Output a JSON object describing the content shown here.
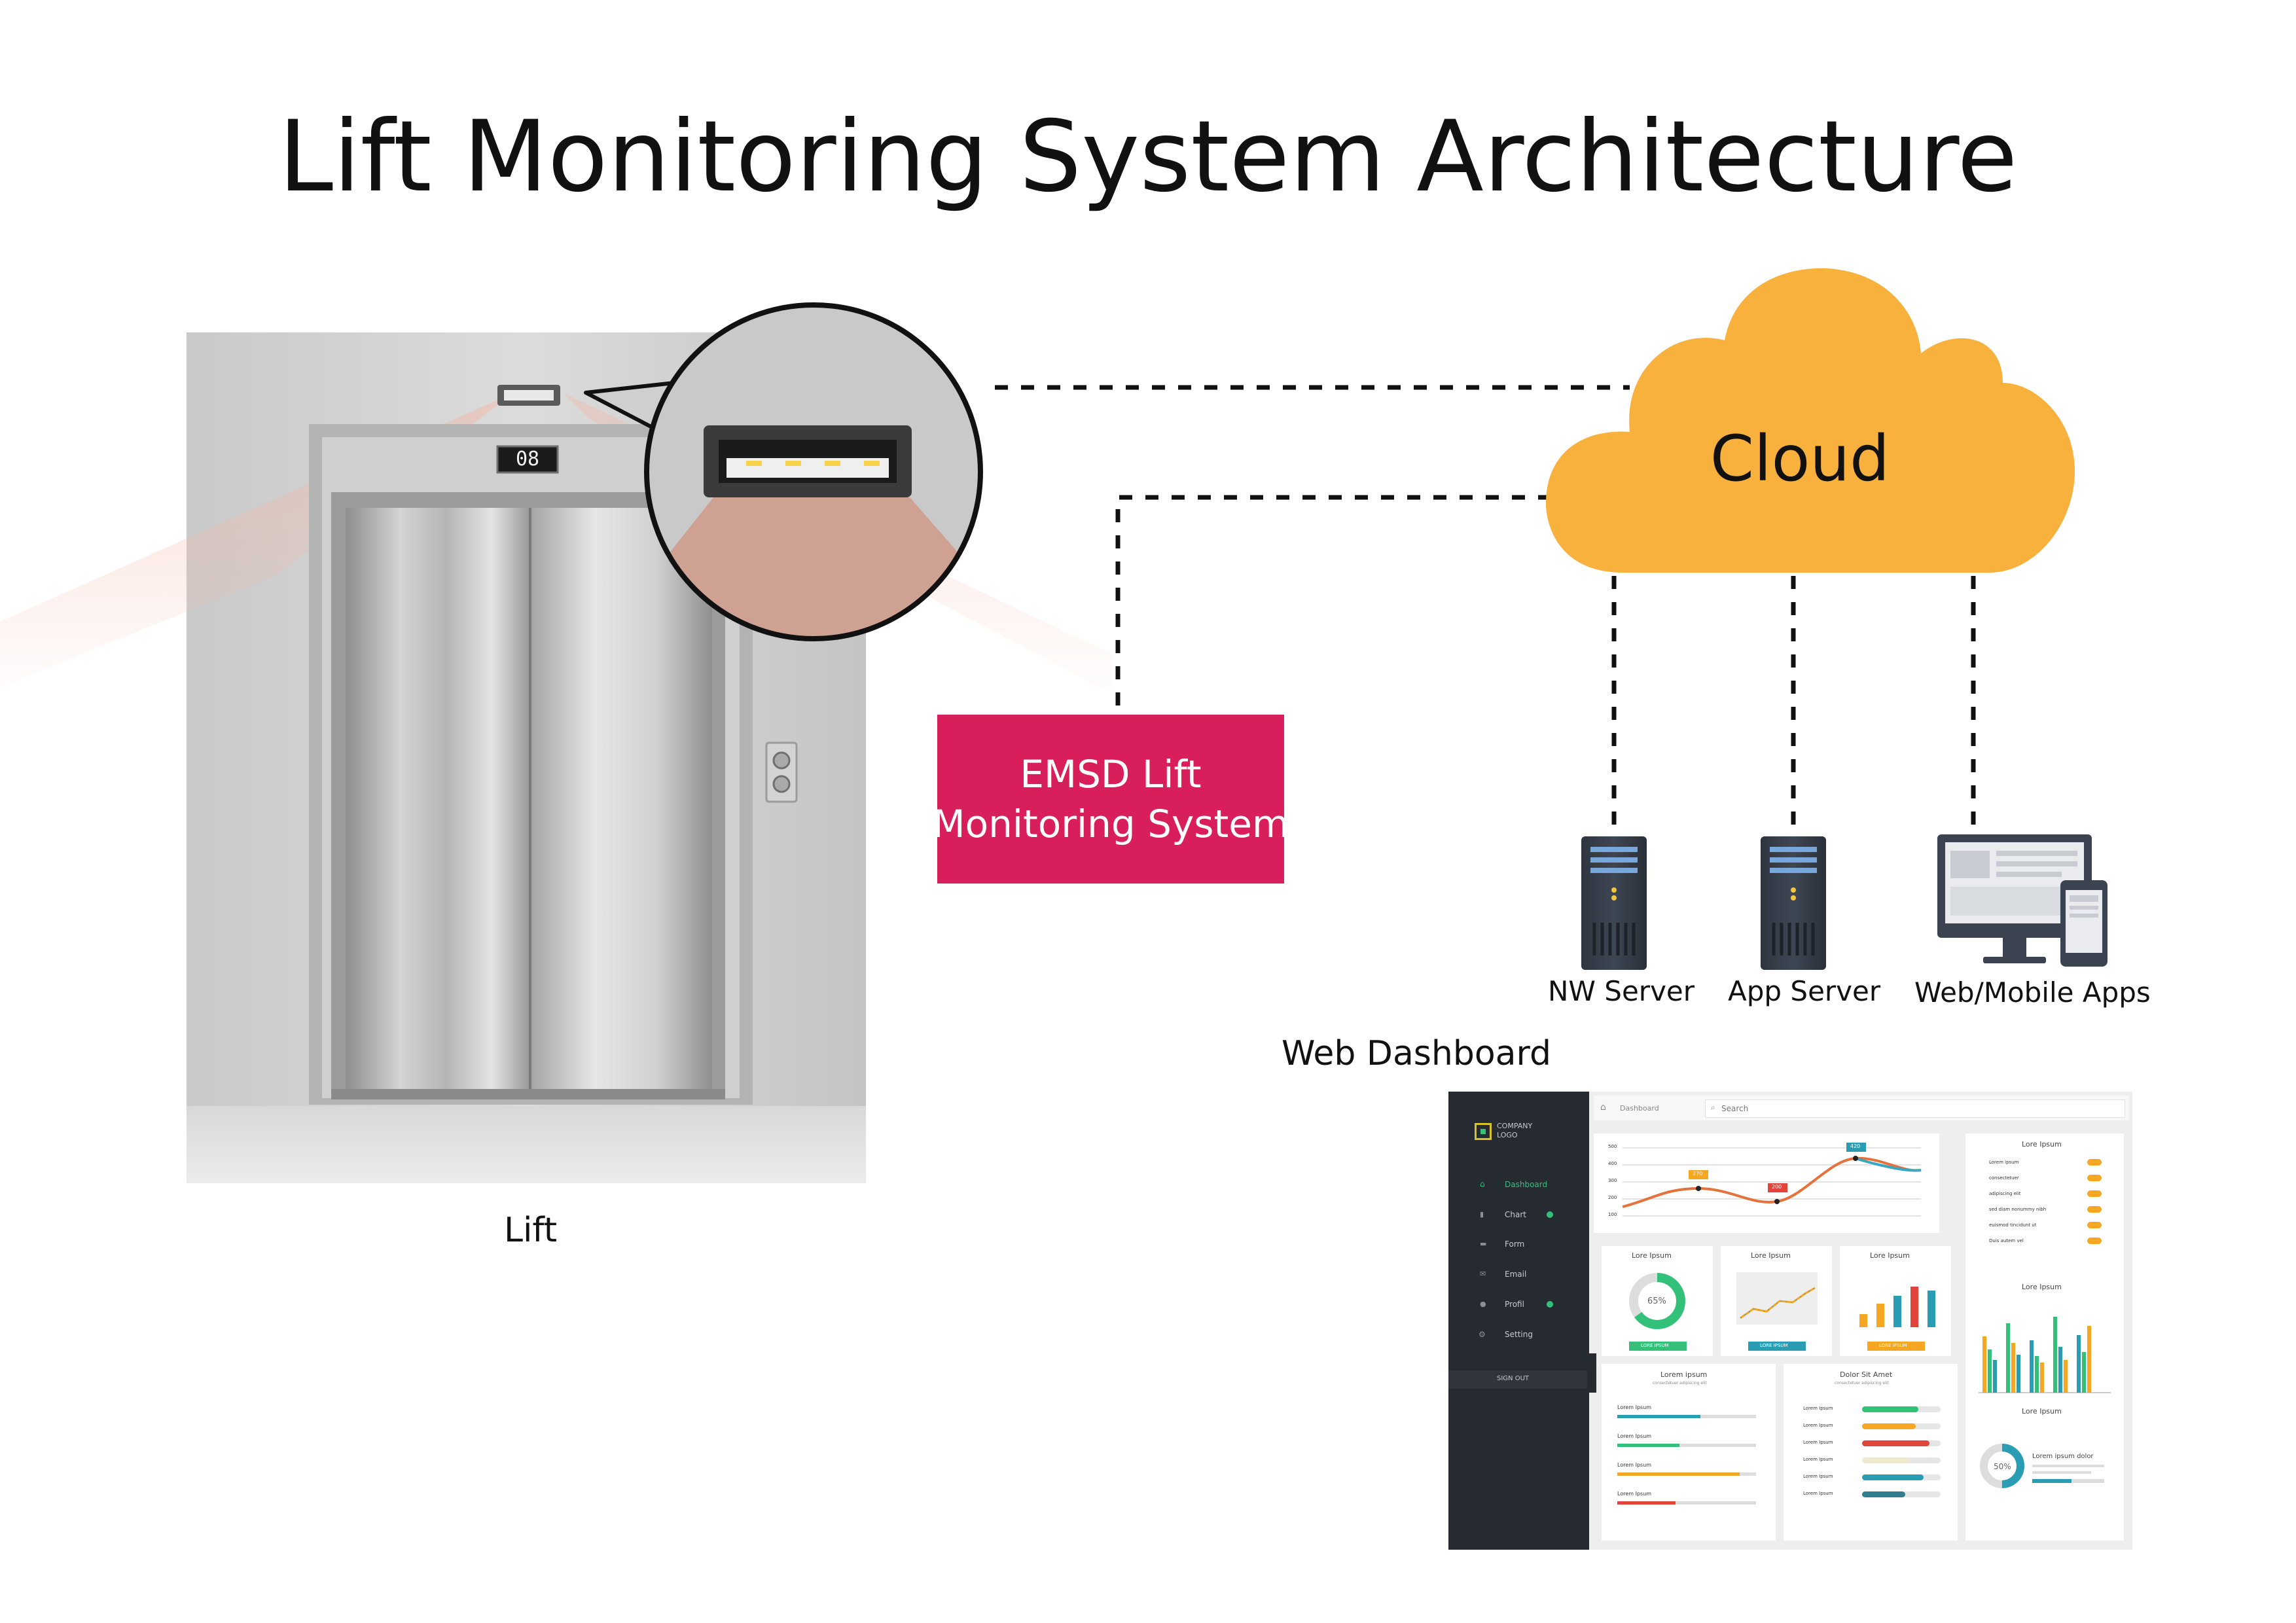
{
  "title": "Lift Monitoring System Architecture",
  "nodes": {
    "lift": "Lift",
    "cloud": "Cloud",
    "emsd": [
      "EMSD Lift",
      "Monitoring System"
    ],
    "nw_server": "NW Server",
    "app_server": "App Server",
    "web_mobile": "Web/Mobile Apps",
    "web_dashboard": "Web Dashboard"
  },
  "lift_display": "08",
  "colors": {
    "cloud": "#f8b13d",
    "emsd": "#d81e5b",
    "sidebar": "#262a31",
    "accent_green": "#33c17a",
    "accent_orange": "#f5a623",
    "accent_red": "#e0443a",
    "accent_teal": "#2a9db5"
  },
  "dashboard": {
    "company_logo": [
      "COMPANY",
      "LOGO"
    ],
    "breadcrumb": "Dashboard",
    "search_placeholder": "Search",
    "nav": [
      {
        "label": "Dashboard",
        "icon": "home-icon",
        "active": true
      },
      {
        "label": "Chart",
        "icon": "chart-icon"
      },
      {
        "label": "Form",
        "icon": "chat-icon"
      },
      {
        "label": "Email",
        "icon": "mail-icon"
      },
      {
        "label": "Profil",
        "icon": "user-icon"
      },
      {
        "label": "Setting",
        "icon": "gear-icon"
      }
    ],
    "sign_out": "SIGN OUT",
    "line_chart": {
      "y_ticks": [
        "500",
        "400",
        "300",
        "200",
        "100"
      ],
      "tags": [
        "270",
        "200",
        "420"
      ]
    },
    "right_panel": {
      "title1": "Lore Ipsum",
      "rows": [
        "Lorem ipsum",
        "consectetuer",
        "adipiscing elit",
        "sed diam nonummy nibh",
        "euismod tincidunt ut",
        "Duis autem vel"
      ],
      "title2": "Lore Ipsum",
      "title3": "Lore Ipsum",
      "donut_value": "50%",
      "donut_caption": "Lorem ipsum dolor"
    },
    "mini_panels": [
      {
        "title": "Lore Ipsum",
        "button": "LORE IPSUM",
        "donut_value": "65%"
      },
      {
        "title": "Lore Ipsum",
        "button": "LORE IPSUM"
      },
      {
        "title": "Lore Ipsum",
        "button": "LORE IPSUM"
      }
    ],
    "progress_panel": {
      "title": "Lorem ipsum",
      "subtitle": "consectetuer adipiscing elit",
      "rows": [
        {
          "label": "Lorem Ipsum",
          "value": 0.6,
          "color": "#2a9db5"
        },
        {
          "label": "Lorem Ipsum",
          "value": 0.45,
          "color": "#33c17a"
        },
        {
          "label": "Lorem Ipsum",
          "value": 0.88,
          "color": "#f5a623"
        },
        {
          "label": "Lorem Ipsum",
          "value": 0.42,
          "color": "#e0443a"
        }
      ]
    },
    "dolor_panel": {
      "title": "Dolor Sit Amet",
      "subtitle": "consectetuer adipiscing elit",
      "rows": [
        {
          "label": "Lorem Ipsum",
          "value": 0.72,
          "color": "#33c17a"
        },
        {
          "label": "Lorem Ipsum",
          "value": 0.68,
          "color": "#f5a623"
        },
        {
          "label": "Lorem Ipsum",
          "value": 0.86,
          "color": "#e0443a"
        },
        {
          "label": "Lorem Ipsum",
          "value": 0.6,
          "color": "#ecebd0"
        },
        {
          "label": "Lorem Ipsum",
          "value": 0.78,
          "color": "#2a9db5"
        },
        {
          "label": "Lorem Ipsum",
          "value": 0.55,
          "color": "#2f7f90"
        }
      ]
    }
  }
}
